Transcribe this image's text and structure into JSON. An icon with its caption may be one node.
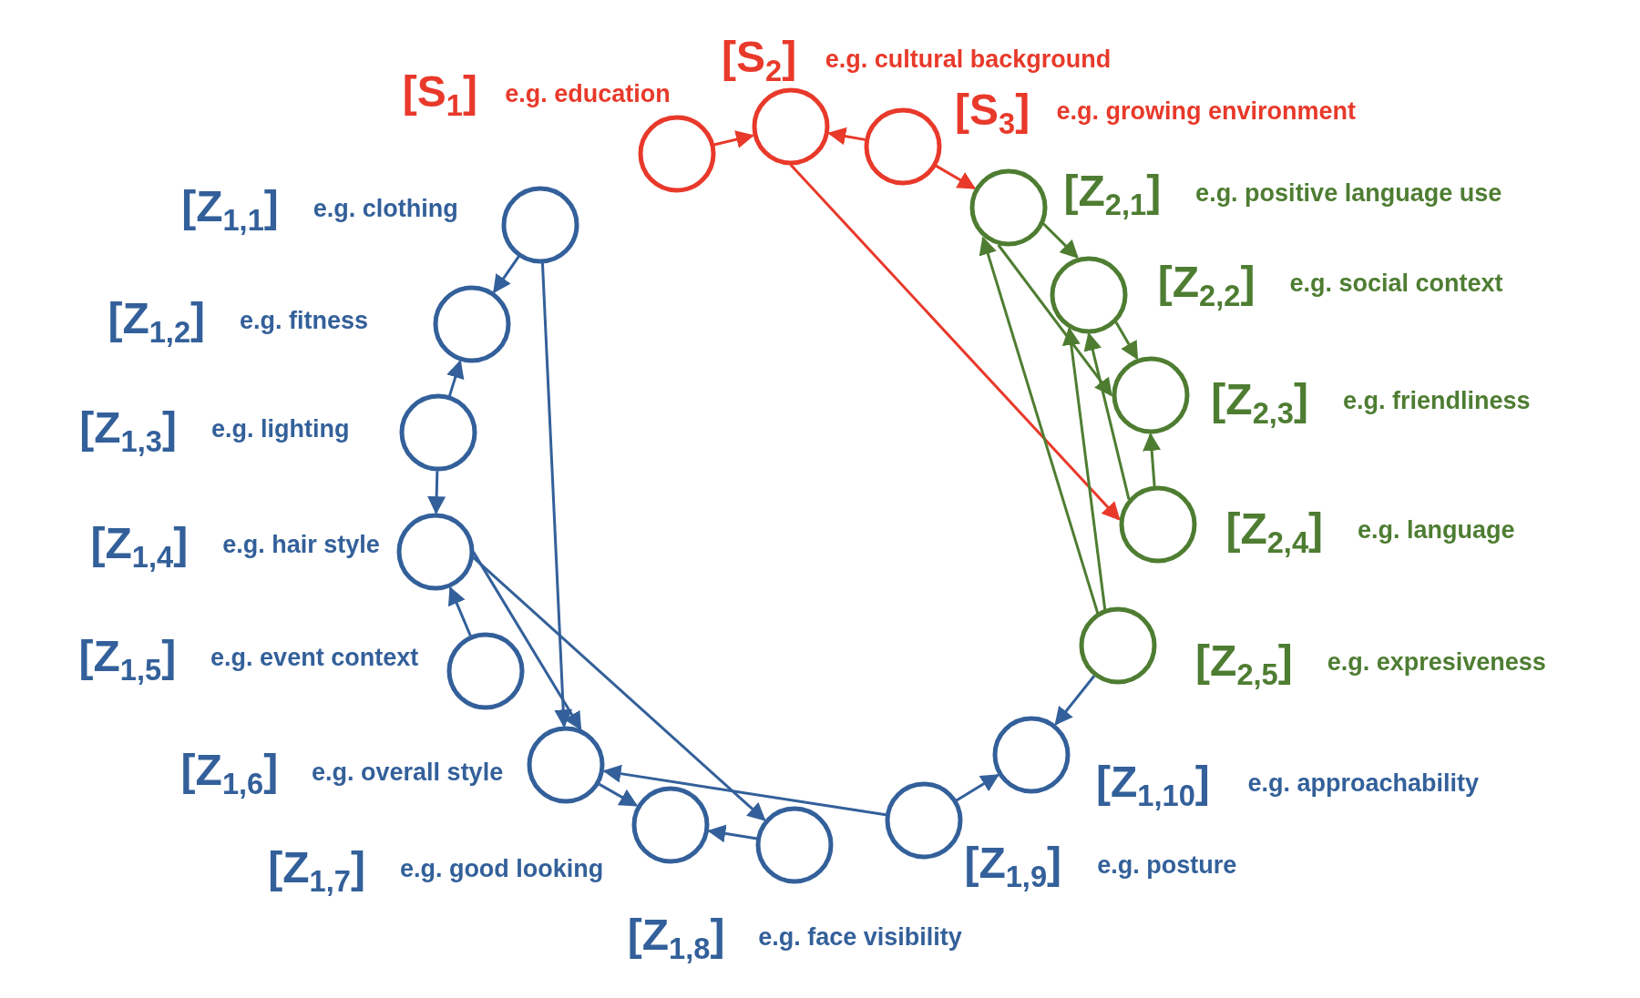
{
  "diagram": {
    "nodes": [
      {
        "text": [
          "[S$_{1}$]",
          "e.g. education"
        ]
      },
      {
        "text": [
          "[S$_{2}$]",
          "e.g. cultural background"
        ]
      },
      {
        "text": [
          "[S$_{3}$]",
          "e.g. growing environment"
        ]
      },
      {
        "text": [
          "[Z$_{2,1}$]",
          "e.g. positive language use"
        ]
      },
      {
        "text": [
          "[Z$_{2,2}$]",
          "e.g. social context"
        ]
      },
      {
        "text": [
          "[Z$_{2,3}$]",
          "e.g. friendliness"
        ]
      },
      {
        "text": [
          "[Z$_{2,4}$]",
          "e.g. language"
        ]
      },
      {
        "text": [
          "[Z$_{2,5}$]",
          "e.g. expresiveness"
        ]
      },
      {
        "text": [
          "[Z$_{1,1}$]",
          "e.g. clothing"
        ]
      },
      {
        "text": [
          "[Z$_{1,2}$]",
          "e.g. fitness"
        ]
      },
      {
        "text": [
          "[Z$_{1,3}$]",
          "e.g. lighting"
        ]
      },
      {
        "text": [
          "[Z$_{1,4}$]",
          "e.g. hair style"
        ]
      },
      {
        "text": [
          "[Z$_{1,5}$]",
          "e.g. event context"
        ]
      },
      {
        "text": [
          "[Z$_{1,6}$]",
          "e.g. overall style"
        ]
      },
      {
        "text": [
          "[Z$_{1,7}$]",
          "e.g. good looking"
        ]
      },
      {
        "text": [
          "[Z$_{1,8}$]",
          "e.g. face visibility"
        ]
      },
      {
        "text": [
          "[Z$_{1,9}$]",
          "e.g. posture"
        ]
      },
      {
        "text": [
          "[Z$_{1,10}$]",
          "e.g. approachability"
        ]
      }
    ],
    "edges": [
      {
        "from": 0,
        "to": 1,
        "arrow": "to",
        "color": "#e8392a"
      },
      {
        "from": 2,
        "to": 1,
        "arrow": "to",
        "color": "#e8392a"
      },
      {
        "from": 2,
        "to": 3,
        "arrow": "to",
        "color": "#e8392a"
      },
      {
        "from": 1,
        "to": 6,
        "arrow": "to",
        "color": "#e8392a"
      },
      {
        "from": 3,
        "to": 4,
        "arrow": "to",
        "color": "#4e7d32"
      },
      {
        "from": 4,
        "to": 5,
        "arrow": "to",
        "color": "#4e7d32"
      },
      {
        "from": 3,
        "to": 5,
        "arrow": "to",
        "color": "#4e7d32"
      },
      {
        "from": 6,
        "to": 5,
        "arrow": "to",
        "color": "#4e7d32"
      },
      {
        "from": 6,
        "to": 4,
        "arrow": "to",
        "color": "#4e7d32"
      },
      {
        "from": 7,
        "to": 3,
        "arrow": "to",
        "color": "#4e7d32"
      },
      {
        "from": 7,
        "to": 4,
        "arrow": "to",
        "color": "#4e7d32"
      },
      {
        "from": 7,
        "to": 17,
        "arrow": "to"
      },
      {
        "from": 8,
        "to": 9,
        "arrow": "to"
      },
      {
        "from": 10,
        "to": 9,
        "arrow": "to"
      },
      {
        "from": 10,
        "to": 11,
        "arrow": "to"
      },
      {
        "from": 12,
        "to": 11,
        "arrow": "to"
      },
      {
        "from": 8,
        "to": 13,
        "arrow": "to"
      },
      {
        "from": 11,
        "to": 13,
        "arrow": "to"
      },
      {
        "from": 11,
        "to": 15,
        "arrow": "to"
      },
      {
        "from": 13,
        "to": 14,
        "arrow": "to"
      },
      {
        "from": 15,
        "to": 14,
        "arrow": "to"
      },
      {
        "from": 16,
        "to": 13,
        "arrow": "to"
      },
      {
        "from": 16,
        "to": 17,
        "arrow": "to"
      }
    ]
  }
}
